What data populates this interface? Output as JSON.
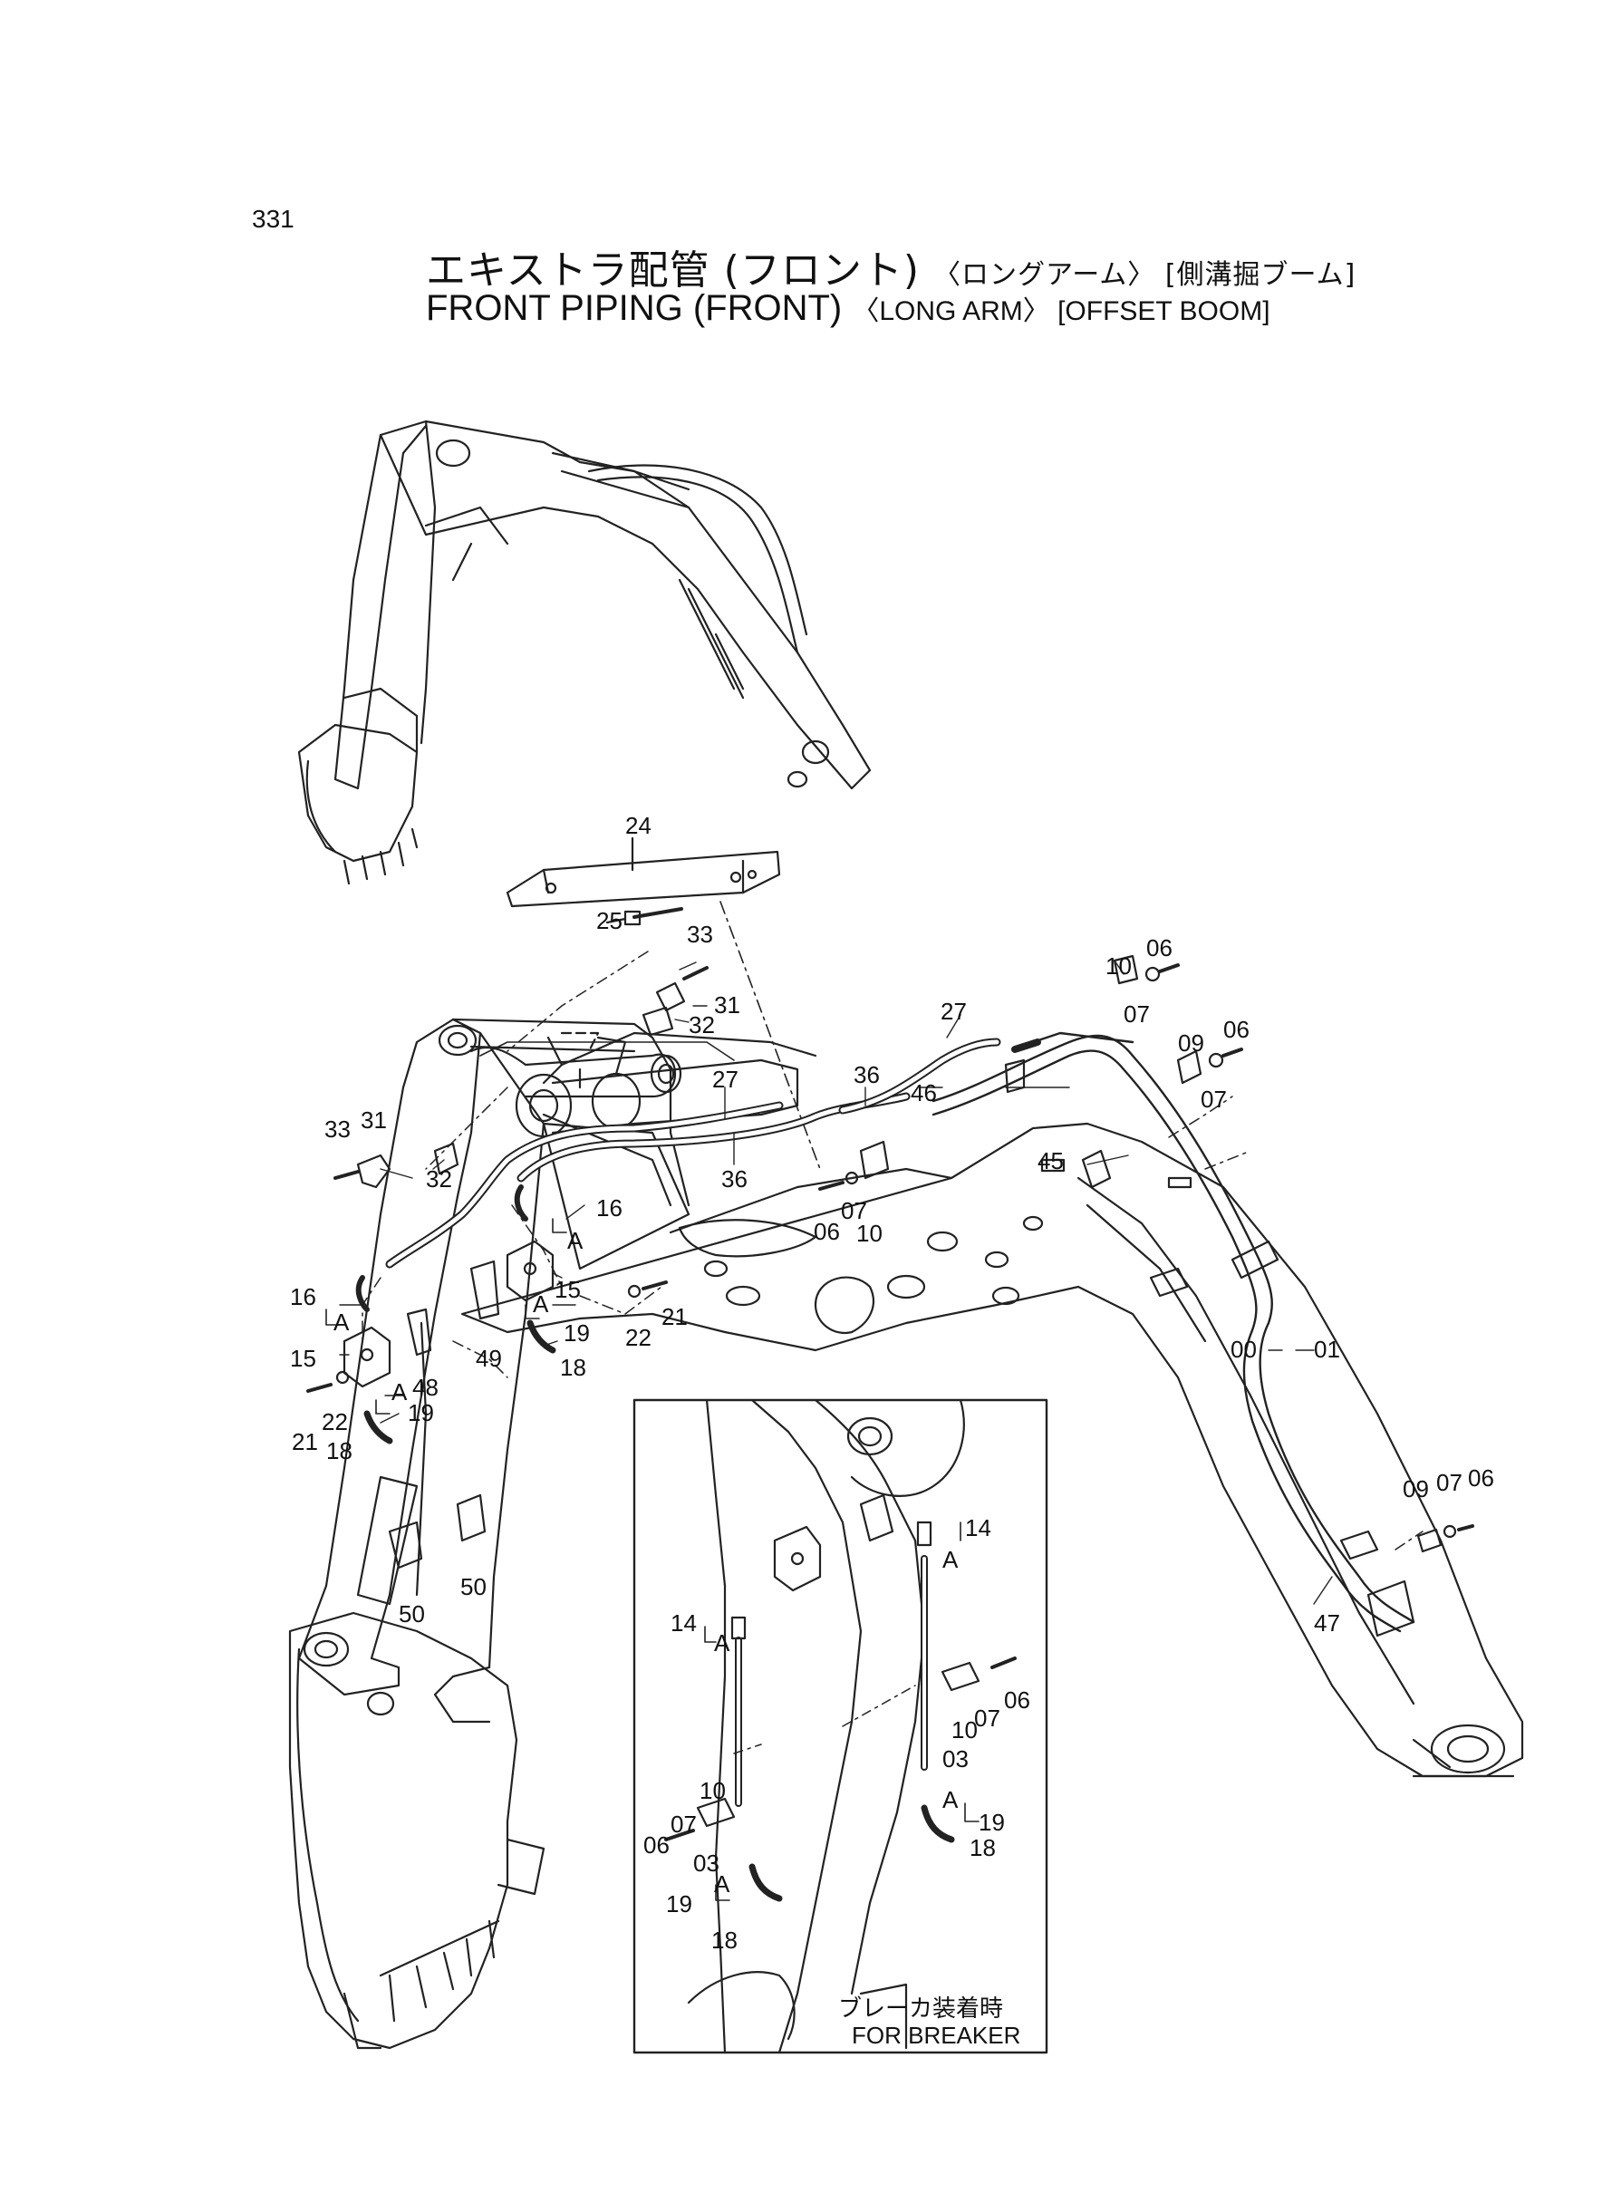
{
  "page": {
    "number": "331",
    "title_jp": "エキストラ配管 (フロント)",
    "title_jp_sub": "〈ロングアーム〉 [側溝掘ブーム]",
    "title_en": "FRONT  PIPING (FRONT)",
    "title_en_sub": "〈LONG ARM〉 [OFFSET BOOM]"
  },
  "inset": {
    "caption_jp": "ブレーカ装着時",
    "caption_en": "FOR  BREAKER"
  },
  "labels": {
    "p24": "24",
    "p25": "25",
    "p33a": "33",
    "p31a": "31",
    "p32a": "32",
    "p27a": "27",
    "p27b": "27",
    "p36a": "36",
    "p36b": "36",
    "p46": "46",
    "p10a": "10",
    "p06a": "06",
    "p07a": "07",
    "p09a": "09",
    "p06b": "06",
    "p07b": "07",
    "p45": "45",
    "p33b": "33",
    "p31b": "31",
    "p32b": "32",
    "p16a": "16",
    "Aa": "A",
    "p06c": "06",
    "p07c": "07",
    "p10b": "10",
    "p15a": "15",
    "p19a": "19",
    "Ab": "A",
    "p18a": "18",
    "p22a": "22",
    "p21a": "21",
    "p16b": "16",
    "Ac": "A",
    "p15b": "15",
    "Ad": "A",
    "p19b": "19",
    "p18b": "18",
    "p22b": "22",
    "p21b": "21",
    "p48": "48",
    "p49": "49",
    "p00": "00",
    "p01": "01",
    "p09b": "09",
    "p07d": "07",
    "p06d": "06",
    "p47": "47",
    "p50a": "50",
    "p50b": "50",
    "i14a": "14",
    "iAa": "A",
    "i14b": "14",
    "iAb": "A",
    "i06a": "06",
    "i07a": "07",
    "i10a": "10",
    "i10b": "10",
    "i07b": "07",
    "i06b": "06",
    "i03a": "03",
    "i03b": "03",
    "iAc": "A",
    "i19a": "19",
    "i18a": "18",
    "iAd": "A",
    "i19b": "19",
    "i18b": "18"
  }
}
